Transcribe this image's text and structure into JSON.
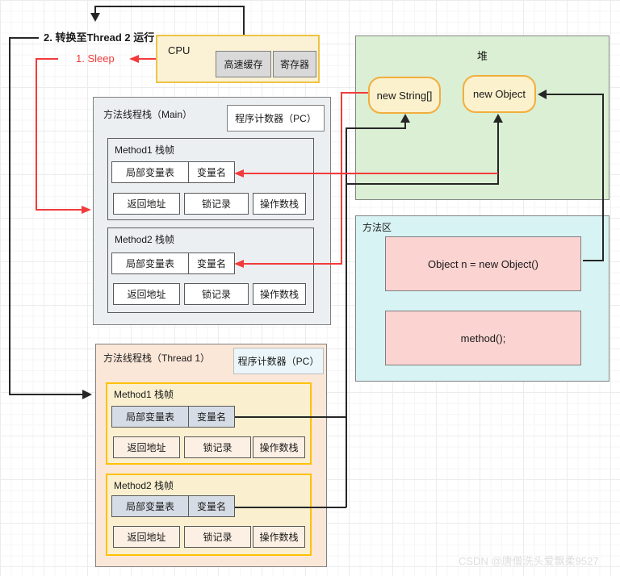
{
  "colors": {
    "line_black": "#262626",
    "line_red": "#f23b3b",
    "gold_border": "#ffc103",
    "node_border": "#f2ae3d",
    "heap_fill": "#daefd3",
    "method_area_fill": "#d8f3f4",
    "pink_fill": "#fbd3d1",
    "thread_fill": "#fbe7d8",
    "main_fill": "#eceff2",
    "cpu_fill": "#fbf2d5"
  },
  "annotations": {
    "switch_label": "2. 转换至Thread 2 运行",
    "sleep_label": "1. Sleep"
  },
  "cpu": {
    "title": "CPU",
    "cache_label": "高速缓存",
    "register_label": "寄存器"
  },
  "main_stack": {
    "title": "方法线程栈（Main）",
    "pc_label": "程序计数器（PC）",
    "frames": [
      {
        "title": "Method1 栈帧",
        "row1": [
          "局部变量表",
          "变量名"
        ],
        "row2": [
          "返回地址",
          "锁记录",
          "操作数栈"
        ]
      },
      {
        "title": "Method2 栈帧",
        "row1": [
          "局部变量表",
          "变量名"
        ],
        "row2": [
          "返回地址",
          "锁记录",
          "操作数栈"
        ]
      }
    ]
  },
  "thread1_stack": {
    "title": "方法线程栈（Thread 1）",
    "pc_label": "程序计数器（PC）",
    "frames": [
      {
        "title": "Method1 栈帧",
        "row1": [
          "局部变量表",
          "变量名"
        ],
        "row2": [
          "返回地址",
          "锁记录",
          "操作数栈"
        ]
      },
      {
        "title": "Method2 栈帧",
        "row1": [
          "局部变量表",
          "变量名"
        ],
        "row2": [
          "返回地址",
          "锁记录",
          "操作数栈"
        ]
      }
    ]
  },
  "heap": {
    "title": "堆",
    "nodes": [
      "new String[]",
      "new Object"
    ]
  },
  "method_area": {
    "title": "方法区",
    "blocks": [
      "Object n = new Object()",
      "method();"
    ]
  },
  "watermark": "CSDN @唐僧洗头爱飘柔9527"
}
